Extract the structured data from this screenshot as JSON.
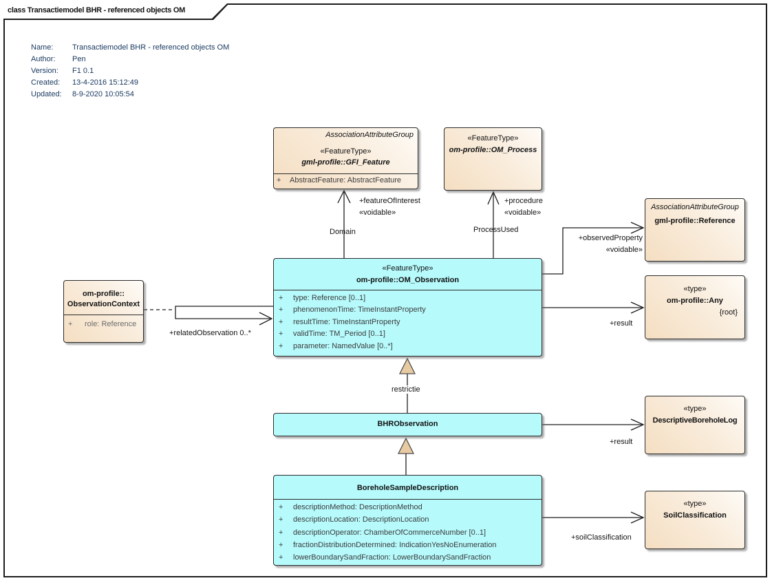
{
  "diagram": {
    "frame_title": "class Transactiemodel BHR - referenced objects OM"
  },
  "metadata": {
    "rows": [
      {
        "label": "Name:",
        "value": "Transactiemodel BHR - referenced objects OM"
      },
      {
        "label": "Author:",
        "value": "Pen"
      },
      {
        "label": "Version:",
        "value": "F1 0.1"
      },
      {
        "label": "Created:",
        "value": "13-4-2016 15:12:49"
      },
      {
        "label": "Updated:",
        "value": "8-9-2020 10:05:54"
      }
    ]
  },
  "colors": {
    "feature_class_fill": "#B6FAFC",
    "type_class_fill_light": "#FEFBF7",
    "type_class_fill_dark": "#F5DEC2",
    "generalization_arrow_fill": "#E8CBA3",
    "metadata_text": "#17375E"
  },
  "classes": {
    "gfi_feature": {
      "tag": "AssociationAttributeGroup",
      "stereotype": "«FeatureType»",
      "name": "gml-profile::GFI_Feature",
      "attrs": [
        {
          "v": "+",
          "t": "AbstractFeature: AbstractFeature"
        }
      ]
    },
    "om_process": {
      "stereotype": "«FeatureType»",
      "name": "om-profile::OM_Process"
    },
    "reference": {
      "tag": "AssociationAttributeGroup",
      "name": "gml-profile::Reference"
    },
    "om_observation": {
      "stereotype": "«FeatureType»",
      "name": "om-profile::OM_Observation",
      "attrs": [
        {
          "v": "+",
          "t": "type: Reference [0..1]"
        },
        {
          "v": "+",
          "t": "phenomenonTime: TimeInstantProperty"
        },
        {
          "v": "+",
          "t": "resultTime: TimeInstantProperty"
        },
        {
          "v": "+",
          "t": "validTime: TM_Period [0..1]"
        },
        {
          "v": "+",
          "t": "parameter: NamedValue [0..*]"
        }
      ]
    },
    "observation_context": {
      "name_line1": "om-profile::",
      "name_line2": "ObservationContext",
      "attrs": [
        {
          "v": "+",
          "t": "role: Reference"
        }
      ]
    },
    "any": {
      "stereotype": "«type»",
      "name": "om-profile::Any",
      "constraint": "{root}"
    },
    "bhr_observation": {
      "name": "BHRObservation"
    },
    "descriptive_borehole_log": {
      "stereotype": "«type»",
      "name": "DescriptiveBoreholeLog"
    },
    "borehole_sample_description": {
      "name": "BoreholeSampleDescription",
      "attrs": [
        {
          "v": "+",
          "t": "descriptionMethod: DescriptionMethod"
        },
        {
          "v": "+",
          "t": "descriptionLocation: DescriptionLocation"
        },
        {
          "v": "+",
          "t": "descriptionOperator: ChamberOfCommerceNumber [0..1]"
        },
        {
          "v": "+",
          "t": "fractionDistributionDetermined: IndicationYesNoEnumeration"
        },
        {
          "v": "+",
          "t": "lowerBoundarySandFraction: LowerBoundarySandFraction"
        }
      ]
    },
    "soil_classification": {
      "stereotype": "«type»",
      "name": "SoilClassification"
    }
  },
  "connectors": {
    "feature_of_interest": {
      "role": "+featureOfInterest",
      "stereotype": "«voidable»",
      "name": "Domain"
    },
    "procedure": {
      "role": "+procedure",
      "stereotype": "«voidable»",
      "name": "ProcessUsed"
    },
    "observed_property": {
      "role": "+observedProperty",
      "stereotype": "«voidable»"
    },
    "result_observation": {
      "role": "+result"
    },
    "related_observation": {
      "role": "+relatedObservation 0..*"
    },
    "restriction": {
      "name": "restrictie"
    },
    "result_bhr": {
      "role": "+result"
    },
    "soil_classification_assoc": {
      "role": "+soilClassification"
    }
  }
}
